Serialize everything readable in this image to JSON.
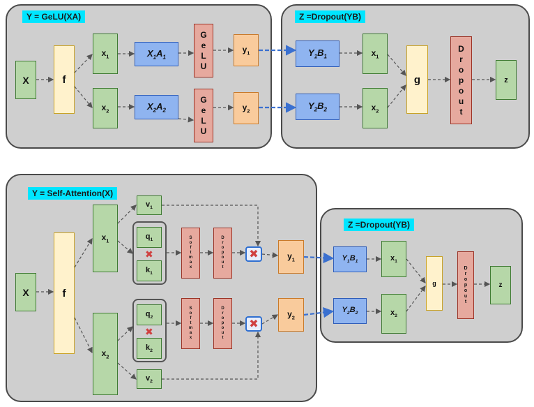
{
  "top_left": {
    "title": "Y = GeLU(XA)",
    "input": "X",
    "split": "f",
    "x1": "x",
    "x2": "x",
    "xa1": "X",
    "xa2": "X",
    "gelu": "GeLU",
    "y1": "y",
    "y2": "y"
  },
  "top_right": {
    "title": "Z =Dropout(YB)",
    "yb1": "Y",
    "yb2": "Y",
    "x1": "x",
    "x2": "x",
    "merge": "g",
    "dropout": "Dropout",
    "output": "z"
  },
  "bottom_left": {
    "title": "Y = Self-Attention(X)",
    "input": "X",
    "split": "f",
    "x1": "x",
    "x2": "x",
    "v1": "v",
    "v2": "v",
    "q1": "q",
    "q2": "q",
    "k1": "k",
    "k2": "k",
    "softmax": "Softmax",
    "dropout": "Dropout",
    "y1": "y",
    "y2": "y"
  },
  "bottom_right": {
    "title": "Z =Dropout(YB)",
    "yb1": "Y",
    "yb2": "Y",
    "x1": "x",
    "x2": "x",
    "merge": "g",
    "dropout": "Dropout",
    "output": "z"
  },
  "colors": {
    "accent_title_bg": "#00e5ff",
    "panel_bg": "#cfcfcf",
    "connector_blue": "#3a70d0",
    "connector_gray": "#555555"
  }
}
